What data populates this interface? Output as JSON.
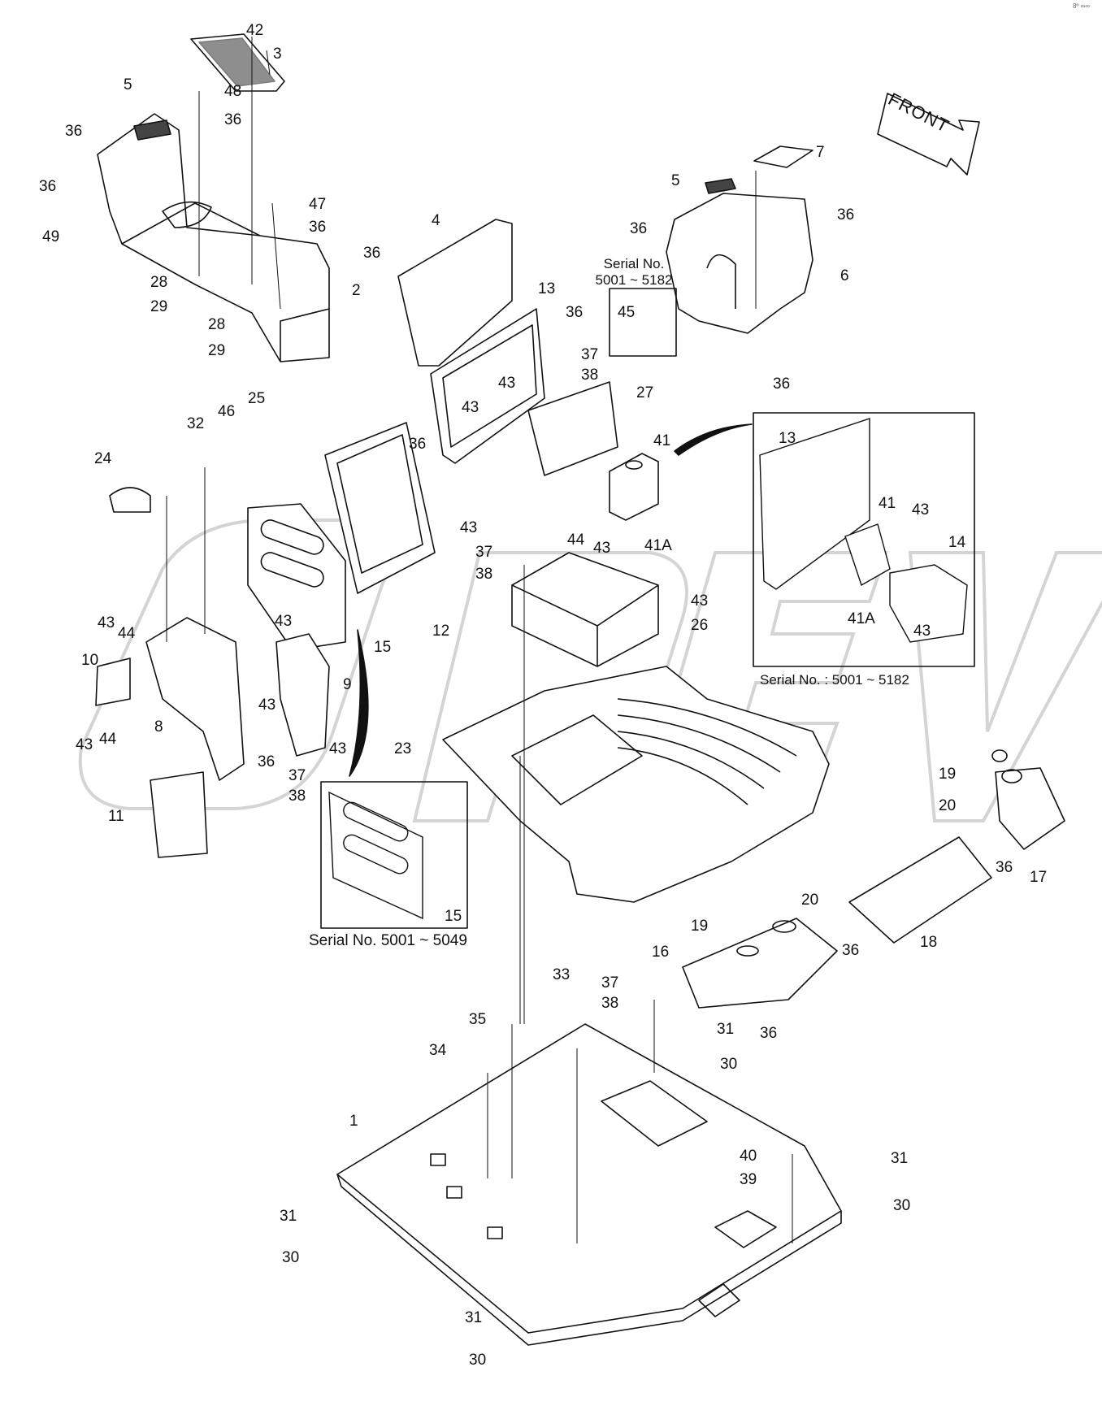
{
  "diagram": {
    "direction_arrow": "FRONT",
    "watermark": "OREN",
    "corner_mark": "8º ∞∞",
    "serial_notes": {
      "left_top_line1": "Serial No.",
      "left_top_line2": "5001 ~ 5182",
      "right_box": "Serial No. : 5001 ~ 5182",
      "bottom_box": "Serial No. 5001 ~ 5049"
    },
    "labels": {
      "l42": "42",
      "l3": "3",
      "l48": "48",
      "l36a": "36",
      "l5a": "5",
      "l36b": "36",
      "l36c": "36",
      "l49": "49",
      "l47": "47",
      "l36d": "36",
      "l28a": "28",
      "l29a": "29",
      "l2": "2",
      "l28b": "28",
      "l29b": "29",
      "l4": "4",
      "l36e": "36",
      "l13a": "13",
      "l36f": "36",
      "l37a": "37",
      "l38a": "38",
      "l43a": "43",
      "l43b": "43",
      "l27": "27",
      "l7": "7",
      "l5b": "5",
      "l36g": "36",
      "l36h": "36",
      "l6": "6",
      "l45": "45",
      "l36i": "36",
      "l32": "32",
      "l46": "46",
      "l25": "25",
      "l24": "24",
      "l36j": "36",
      "l43c": "43",
      "l41": "41",
      "l41a": "41A",
      "l44a": "44",
      "l43d": "43",
      "l13b": "13",
      "l41b": "41",
      "l43e": "43",
      "l14": "14",
      "l41ab": "41A",
      "l43f": "43",
      "l37b": "37",
      "l38b": "38",
      "l43g": "43",
      "l26": "26",
      "l12": "12",
      "l15a": "15",
      "l43h": "43",
      "l44b": "44",
      "l10": "10",
      "l43i": "43",
      "l8": "8",
      "l43j": "43",
      "l44c": "44",
      "l9": "9",
      "l43k": "43",
      "l36k": "36",
      "l37c": "37",
      "l38c": "38",
      "l11": "11",
      "l23": "23",
      "l15b": "15",
      "l19a": "19",
      "l20a": "20",
      "l36l": "36",
      "l17": "17",
      "l20b": "20",
      "l36m": "36",
      "l18": "18",
      "l19b": "19",
      "l16": "16",
      "l36n": "36",
      "l33": "33",
      "l35": "35",
      "l37d": "37",
      "l38d": "38",
      "l31a": "31",
      "l34": "34",
      "l30a": "30",
      "l1": "1",
      "l40": "40",
      "l39": "39",
      "l31b": "31",
      "l30b": "30",
      "l31c": "31",
      "l30c": "30",
      "l31d": "31",
      "l30d": "30"
    }
  }
}
